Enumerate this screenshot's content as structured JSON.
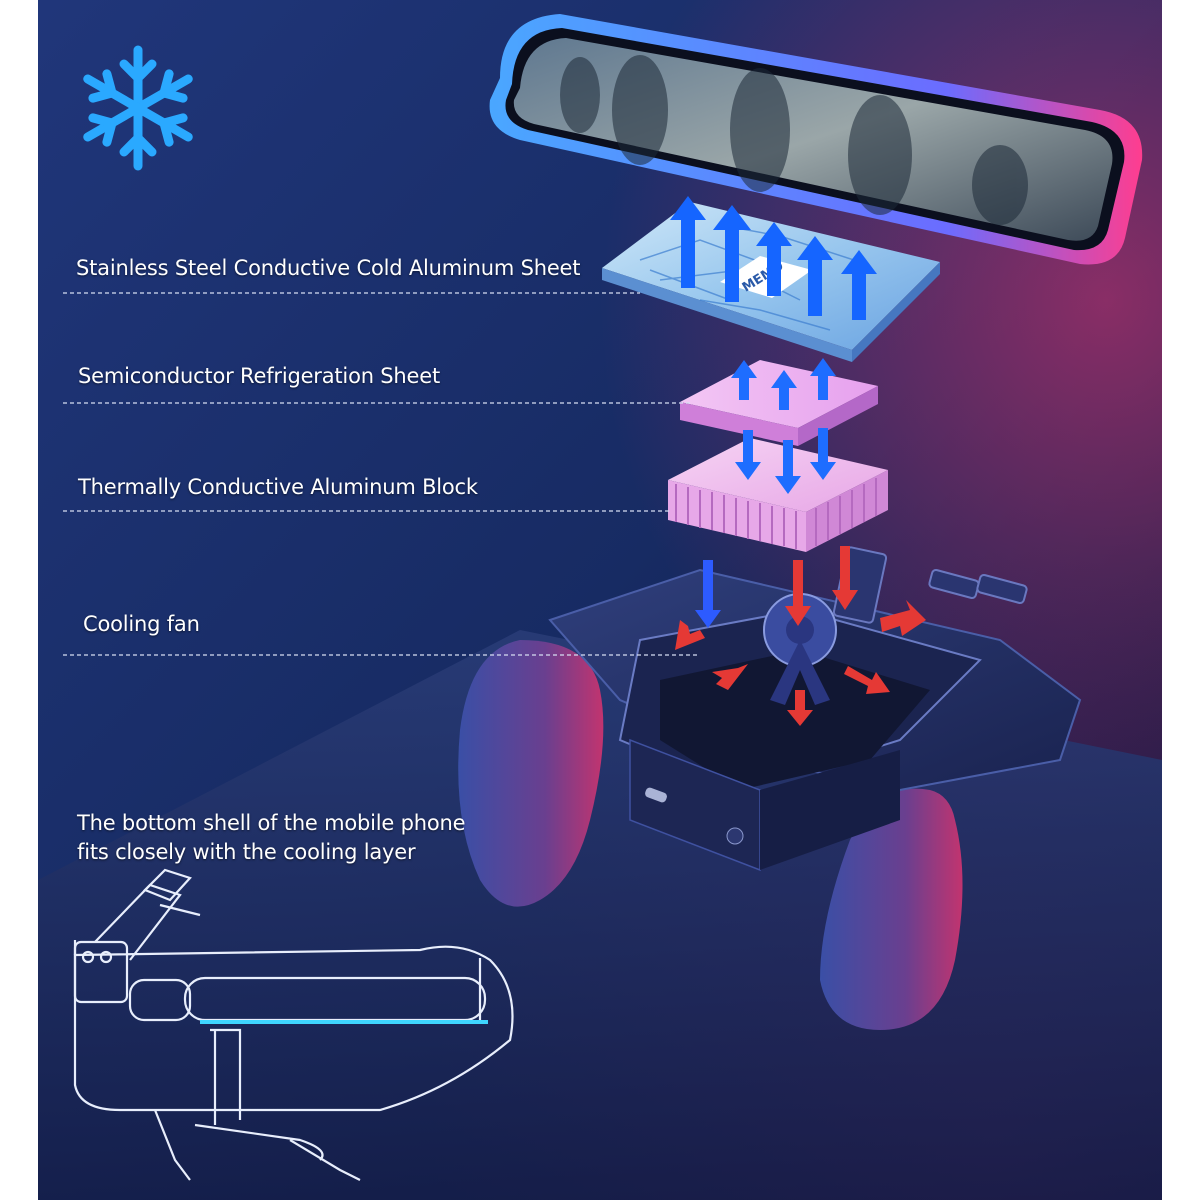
{
  "labels": {
    "stainless_sheet": "Stainless Steel Conductive Cold Aluminum Sheet",
    "semiconductor_sheet": "Semiconductor Refrigeration Sheet",
    "aluminum_block": "Thermally Conductive Aluminum Block",
    "cooling_fan": "Cooling fan",
    "bottom_shell_line1": "The bottom shell of the mobile phone",
    "bottom_shell_line2": "fits closely with the cooling layer"
  },
  "chip_logo": "MEMO",
  "colors": {
    "background_top": "#1c2f6b",
    "background_bottom": "#0d1230",
    "accent_blue": "#1e88e5",
    "cold_arrow": "#1565ff",
    "hot_arrow": "#e53935",
    "pink_glow": "#ff4fa3",
    "snowflake": "#2aa9ff"
  },
  "icons": [
    "snowflake-icon",
    "up-arrow-icon",
    "down-arrow-icon",
    "heat-arrow-icon"
  ]
}
